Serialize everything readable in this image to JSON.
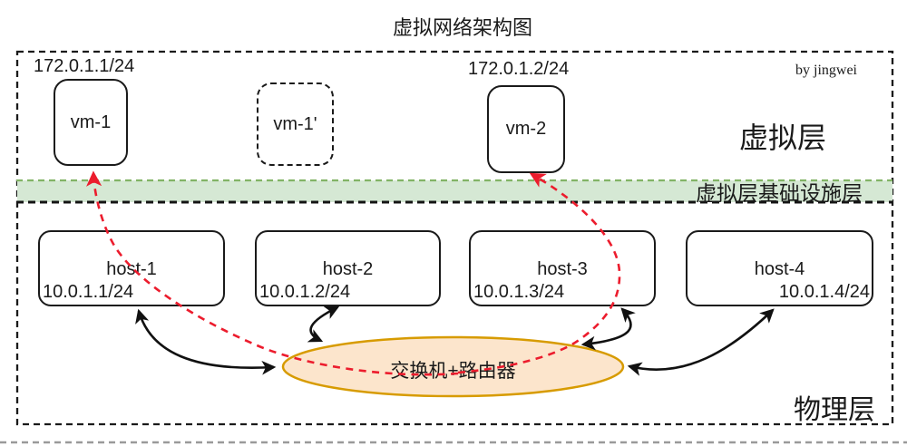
{
  "title": "虚拟网络架构图",
  "credit": "by jingwei",
  "layers": {
    "virtual": "虚拟层",
    "infra": "虚拟层基础设施层",
    "physical": "物理层"
  },
  "vms": [
    {
      "label": "vm-1",
      "ip": "172.0.1.1/24"
    },
    {
      "label": "vm-1'"
    },
    {
      "label": "vm-2",
      "ip": "172.0.1.2/24"
    }
  ],
  "hosts": [
    {
      "label": "host-1",
      "ip": "10.0.1.1/24"
    },
    {
      "label": "host-2",
      "ip": "10.0.1.2/24"
    },
    {
      "label": "host-3",
      "ip": "10.0.1.3/24"
    },
    {
      "label": "host-4",
      "ip": "10.0.1.4/24"
    }
  ],
  "network_device": {
    "label": "交换机+路由器"
  },
  "colors": {
    "band-fill": "#d5e8d4",
    "band-stroke": "#82b366",
    "ellipse-fill": "#fce5cc",
    "ellipse-stroke": "#d79b00",
    "arrow-red": "#ec1c2d",
    "arrow-black": "#111111"
  }
}
